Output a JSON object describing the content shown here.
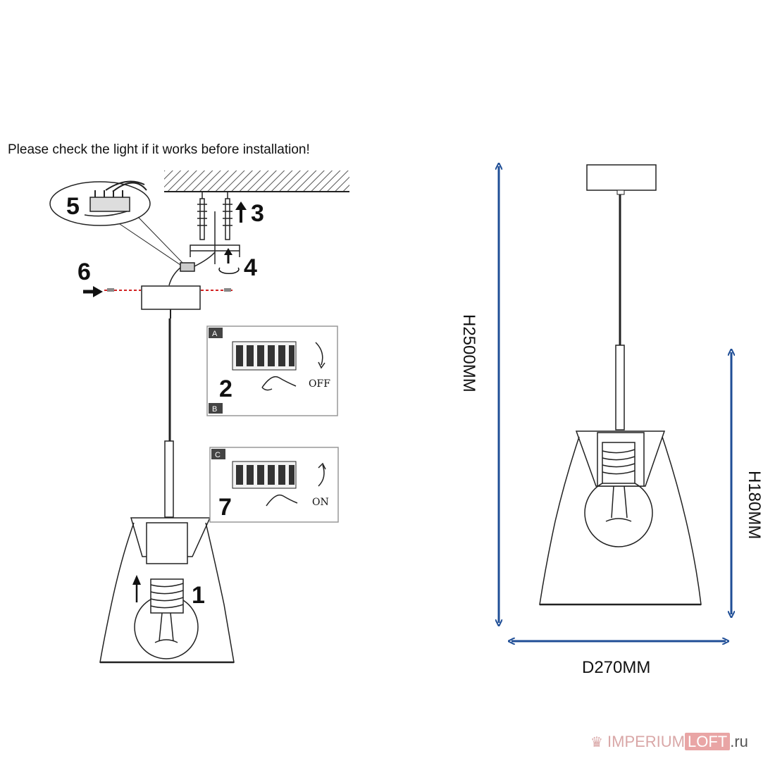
{
  "notice": "Please check the light if it works before installation!",
  "steps": {
    "s1": "1",
    "s2": "2",
    "s3": "3",
    "s4": "4",
    "s5": "5",
    "s6": "6",
    "s7": "7"
  },
  "breaker_panels": {
    "a_letter": "A",
    "b_letter": "B",
    "c_letter": "C",
    "off_label": "OFF",
    "on_label": "ON"
  },
  "dimensions": {
    "height_total": "H2500MM",
    "height_shade": "H180MM",
    "diameter": "D270MM"
  },
  "watermark": {
    "brand_left": "IMPERIUM",
    "brand_box": "LOFT",
    "brand_tail": ".ru"
  },
  "colors": {
    "dimension_arrow": "#1f4e96",
    "line": "#222222",
    "red_dash": "#d22222"
  }
}
